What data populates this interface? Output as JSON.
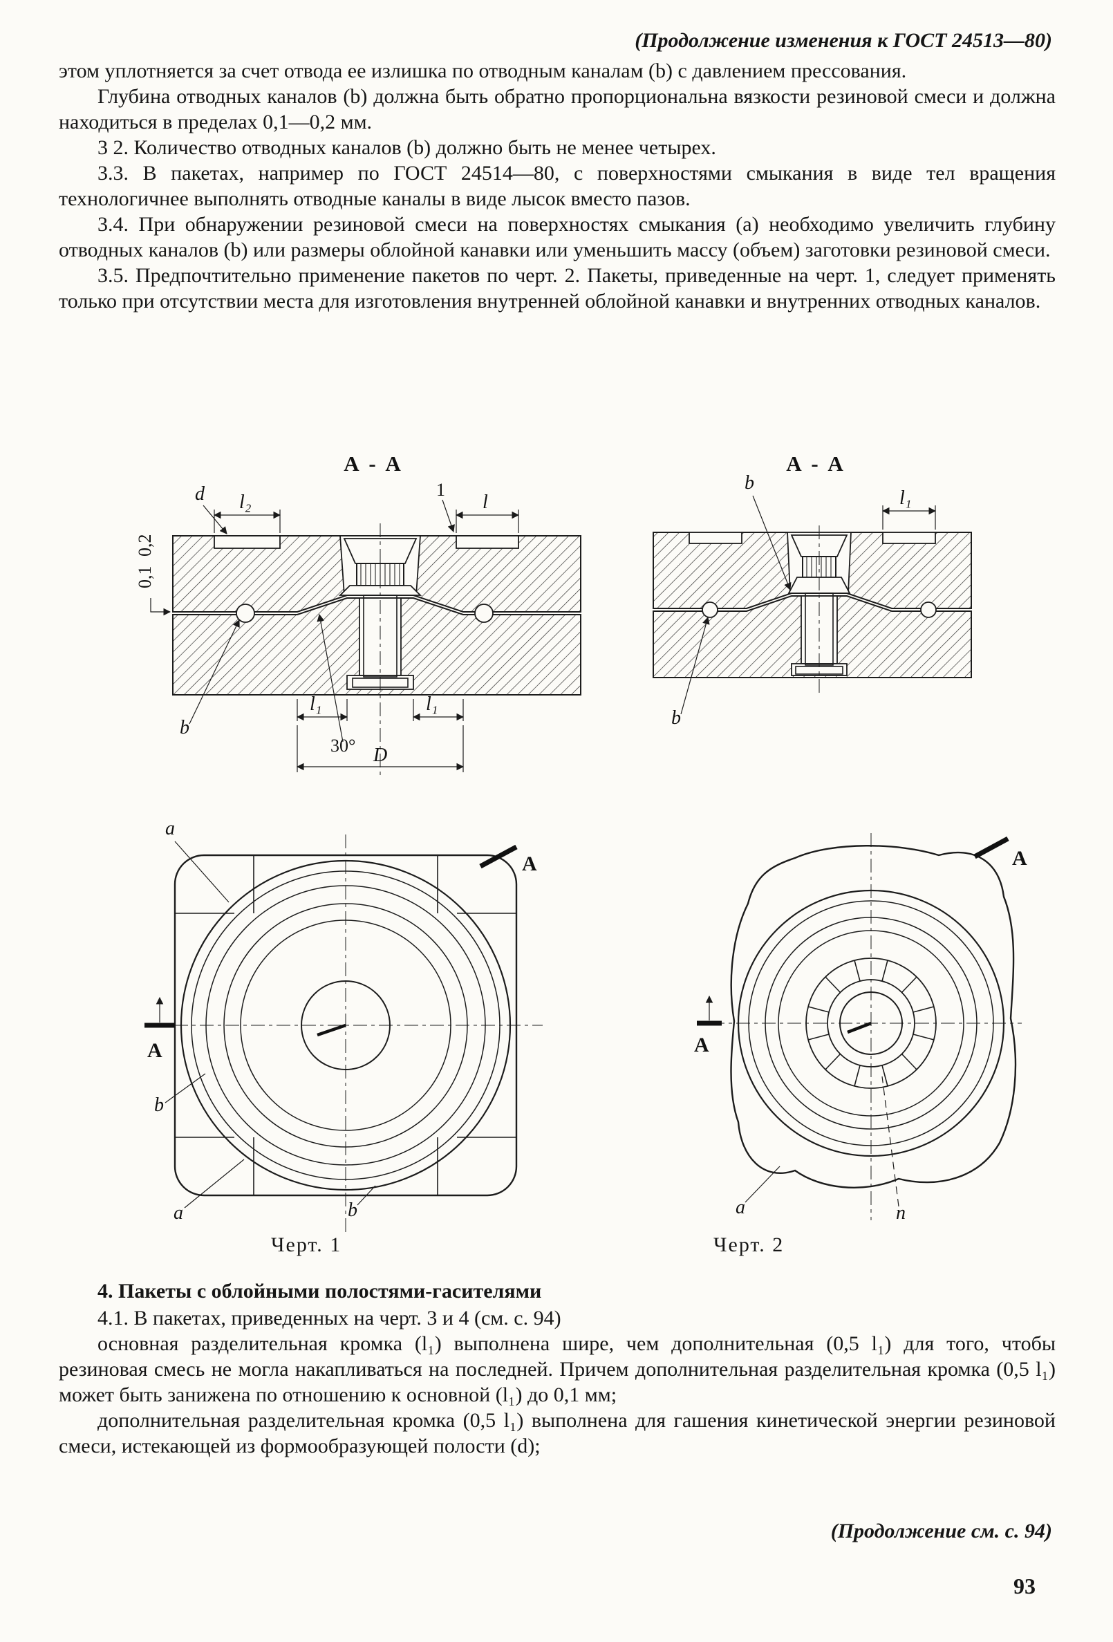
{
  "header": {
    "continuation_note": "(Продолжение изменения к ГОСТ 24513—80)"
  },
  "body": {
    "paragraphs": [
      "этом уплотняется за счет отвода ее излишка по отводным каналам (b) с давлением прессования.",
      "Глубина отводных каналов (b) должна быть обратно пропорциональна вязкости резиновой смеси и должна находиться в пределах 0,1—0,2 мм.",
      "3 2. Количество отводных каналов (b) должно быть не менее четырех.",
      "3.3. В пакетах, например по ГОСТ 24514—80, с поверхностями смыкания в виде тел вращения технологичнее выполнять отводные каналы в виде лысок вместо пазов.",
      "3.4. При обнаружении резиновой смеси на поверхностях смыкания (а) необходимо увеличить глубину отводных каналов (b) или размеры облойной канавки или уменьшить массу (объем) заготовки резиновой смеси.",
      "3.5. Предпочтительно применение пакетов по черт. 2. Пакеты, приведенные на черт. 1, следует применять только при отсутствии места для изготовления внутренней облойной канавки и внутренних отводных каналов."
    ]
  },
  "figures": {
    "cross_left": {
      "title": "А - А",
      "labels": {
        "d": "d",
        "l2": "l₂",
        "l": "l",
        "one": "1",
        "tol02": "0,2",
        "tol01": "0,1",
        "b": "b",
        "l1a": "l₁",
        "angle": "30°",
        "l1b": "l₁",
        "D": "D"
      }
    },
    "cross_right": {
      "title": "А - А",
      "labels": {
        "b_top": "b",
        "l1": "l₁",
        "b_bottom": "b"
      }
    },
    "circle_left": {
      "caption": "Черт. 1",
      "labels": {
        "a_top": "a",
        "sec_top": "А",
        "sec_left": "А",
        "b_left": "b",
        "a_bottom": "a",
        "b_bottom": "b"
      }
    },
    "circle_right": {
      "caption": "Черт. 2",
      "labels": {
        "sec_top": "А",
        "sec_left": "А",
        "a_bottom": "a",
        "n": "п"
      }
    }
  },
  "section4": {
    "heading": "4. Пакеты с облойными полостями-гасителями",
    "paragraphs": [
      "4.1. В пакетах, приведенных на черт. 3 и 4 (см. с. 94)",
      "основная разделительная кромка (l₁) выполнена шире, чем дополнительная (0,5 l₁) для того, чтобы резиновая смесь не могла накапливаться на последней. Причем дополнительная разделительная кромка (0,5 l₁) может быть занижена по отношению к основной (l₁) до 0,1 мм;",
      "дополнительная разделительная кромка (0,5 l₁) выполнена для гашения кинетической энергии резиновой смеси, истекающей из формообразующей полости (d);"
    ]
  },
  "footer": {
    "continuation_note": "(Продолжение см. с. 94)",
    "page_number": "93"
  }
}
